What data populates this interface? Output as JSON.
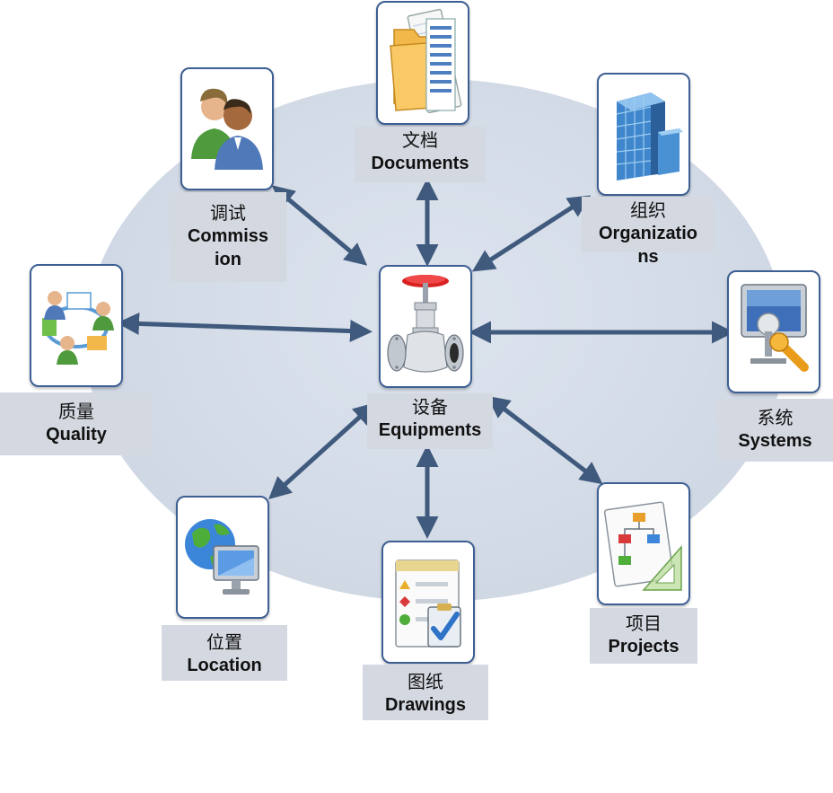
{
  "nodes": {
    "documents": {
      "zh": "文档",
      "en": "Documents",
      "icon": "folder-documents-icon"
    },
    "commission": {
      "zh": "调试",
      "en": "Commission",
      "icon": "people-icon"
    },
    "organizations": {
      "zh": "组织",
      "en": "Organizations",
      "icon": "building-icon"
    },
    "quality": {
      "zh": "质量",
      "en": "Quality",
      "icon": "collaboration-icon"
    },
    "equipments": {
      "zh": "设备",
      "en": "Equipments",
      "icon": "valve-icon"
    },
    "systems": {
      "zh": "系统",
      "en": "Systems",
      "icon": "monitor-key-icon"
    },
    "location": {
      "zh": "位置",
      "en": "Location",
      "icon": "globe-monitor-icon"
    },
    "drawings": {
      "zh": "图纸",
      "en": "Drawings",
      "icon": "drawing-checklist-icon"
    },
    "projects": {
      "zh": "项目",
      "en": "Projects",
      "icon": "flowchart-icon"
    }
  },
  "colors": {
    "arrow": "#3f5a7d",
    "tile_border": "#3d5f93",
    "label_bg": "#d4d9e1",
    "ellipse": "#d3dbe7"
  }
}
